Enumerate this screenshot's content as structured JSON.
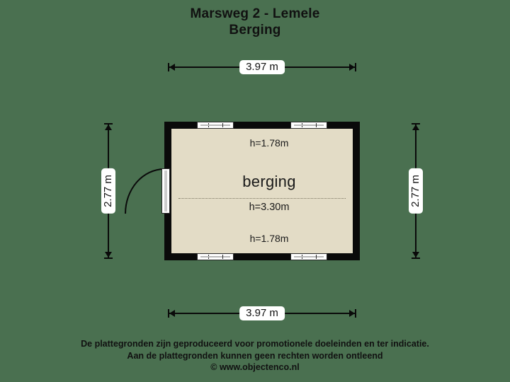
{
  "page": {
    "background_color": "#4a7050",
    "ink_color": "#0a0a0a"
  },
  "title": {
    "line1": "Marsweg 2 - Lemele",
    "line2": "Berging"
  },
  "plan": {
    "wall_color": "#0a0a0a",
    "floor_color": "#e3dcc6",
    "rooms": [
      {
        "name": "berging",
        "ridge_height": "h=3.30m",
        "eave_height_top": "h=1.78m",
        "eave_height_bottom": "h=1.78m"
      }
    ],
    "openings": {
      "door_label": "door",
      "window_label": "window"
    }
  },
  "dimensions": {
    "top": "3.97 m",
    "bottom": "3.97 m",
    "left": "2.77 m",
    "right": "2.77 m"
  },
  "footer": {
    "line1": "De plattegronden zijn geproduceerd voor promotionele doeleinden en ter indicatie.",
    "line2": "Aan de plattegronden kunnen geen rechten worden ontleend",
    "line3": "© www.objectenco.nl"
  }
}
